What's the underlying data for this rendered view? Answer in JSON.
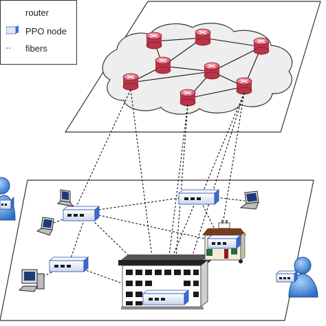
{
  "legend": {
    "router_label": "router",
    "ppo_label": "PPO node",
    "fibers_label": "fibers"
  },
  "colors": {
    "router_fill": "#e06a7a",
    "cloud_fill": "#eeeeee",
    "ppo_fill": "#dfe8f8",
    "ppo_side": "#3a6ad8",
    "user_blue": "#4a90e2",
    "screen_blue": "#1f3a7a"
  },
  "icons": {
    "router": "router-icon",
    "ppo": "ppo-node-icon",
    "building": "office-building-icon",
    "house": "house-icon",
    "laptop": "laptop-icon",
    "desktop": "desktop-pc-icon",
    "user": "user-icon"
  }
}
